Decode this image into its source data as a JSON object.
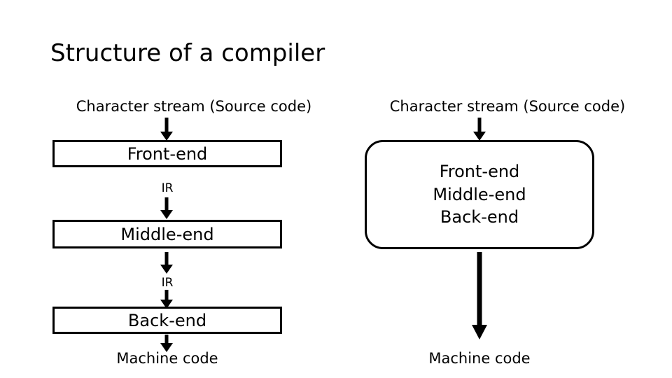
{
  "slide": {
    "title": "Structure of a compiler",
    "background": "#ffffff",
    "ink": "#000000"
  },
  "left_pipeline": {
    "source_caption": "Character stream (Source code)",
    "stages": [
      {
        "label": "Front-end"
      },
      {
        "label": "Middle-end"
      },
      {
        "label": "Back-end"
      }
    ],
    "intermediate_labels": [
      "IR",
      "IR"
    ],
    "output_caption": "Machine code",
    "arrows": [
      "arrow-down-icon",
      "arrow-down-icon",
      "arrow-down-icon",
      "arrow-down-icon",
      "arrow-down-icon"
    ]
  },
  "right_pipeline": {
    "source_caption": "Character stream (Source code)",
    "box_lines": [
      "Front-end",
      "Middle-end",
      "Back-end"
    ],
    "output_caption": "Machine code",
    "arrows": [
      "arrow-down-icon",
      "arrow-down-long-icon"
    ]
  }
}
